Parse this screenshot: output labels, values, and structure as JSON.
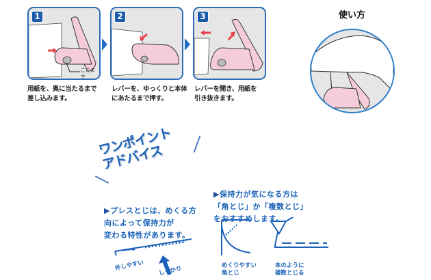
{
  "header": {
    "title": "使い方"
  },
  "steps": [
    {
      "number": "1",
      "caption": "用紙を、奥に当たるまで\n差し込みます。",
      "callout": "ここまで"
    },
    {
      "number": "2",
      "caption": "レバーを、ゆっくりと本体\nにあたるまで押す。"
    },
    {
      "number": "3",
      "caption": "レバーを開き、用紙を\n引き抜きます。"
    }
  ],
  "advice": {
    "title": "ワンポイント\nアドバイス",
    "point1": {
      "marker": "▶",
      "text": "プレスとじは、めくる方\n向によって保持力が\n変わる特性があります。",
      "label_easy": "外しやすい",
      "label_firm": "しっかり"
    },
    "point2": {
      "marker": "▶",
      "text": "保持力が気になる方は\n「角とじ」か「複数とじ」\nをおすすめします。",
      "label_corner": "めくりやすい\n角とじ",
      "label_multi": "本のように\n複数とじる"
    }
  },
  "colors": {
    "frame_blue": "#2b6cb8",
    "accent_blue": "#1a62b8",
    "stapler_pink": "#f4cdd8",
    "arrow_red": "#e8424f",
    "panel_gray": "#e6e6e6"
  }
}
